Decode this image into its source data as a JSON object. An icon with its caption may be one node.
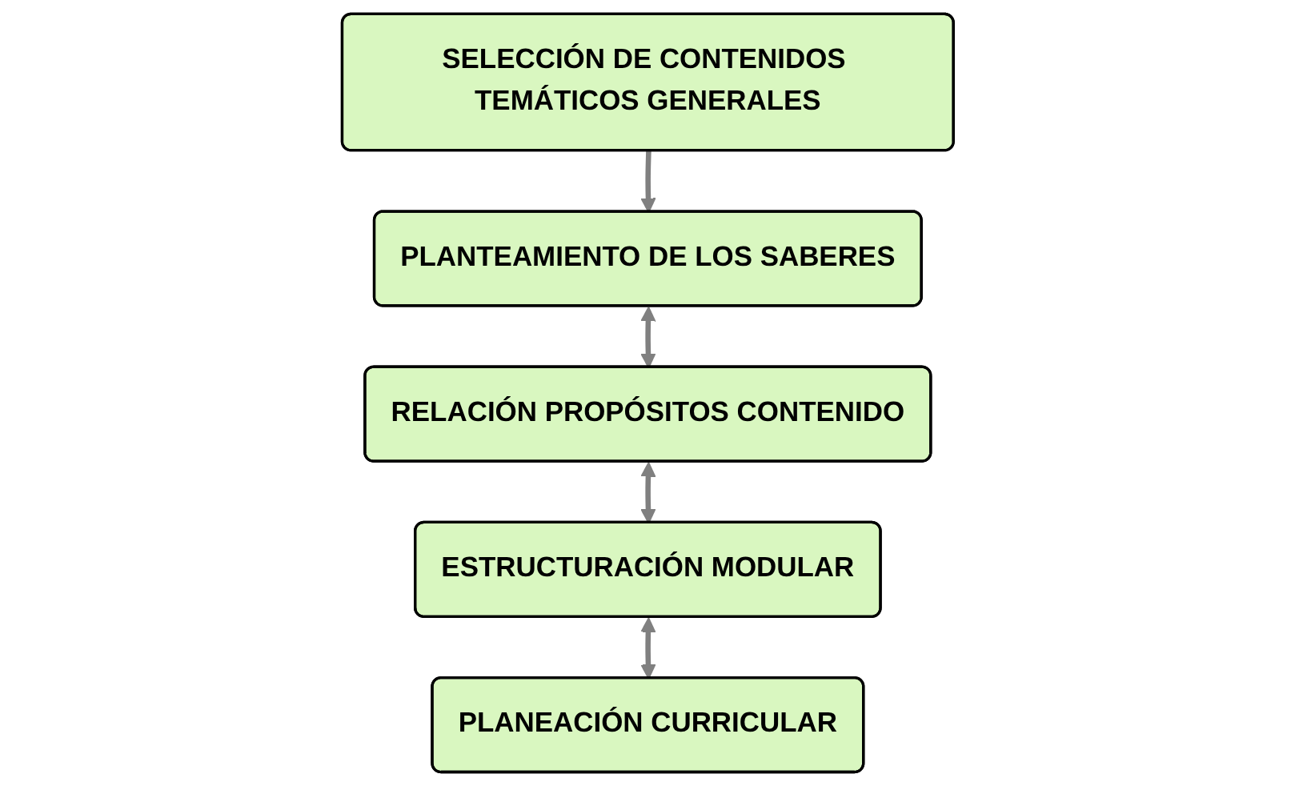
{
  "diagram": {
    "nodes": [
      {
        "text": [
          "SELECCIÓN DE CONTENIDOS TEMÁTICOS GENERALES"
        ]
      },
      {
        "text": [
          "PLANTEAMIENTO DE LOS SABERES"
        ]
      },
      {
        "text": [
          "RELACIÓN PROPÓSITOS CONTENIDO"
        ]
      },
      {
        "text": [
          "ESTRUCTURACIÓN MODULAR"
        ]
      },
      {
        "text": [
          "PLANEACIÓN CURRICULAR"
        ]
      }
    ],
    "edges": [
      {
        "from": 0,
        "to": 1,
        "arrow": "to"
      },
      {
        "from": 1,
        "to": 2,
        "arrow": "both"
      },
      {
        "from": 2,
        "to": 3,
        "arrow": "both"
      },
      {
        "from": 3,
        "to": 4,
        "arrow": "both"
      }
    ]
  }
}
